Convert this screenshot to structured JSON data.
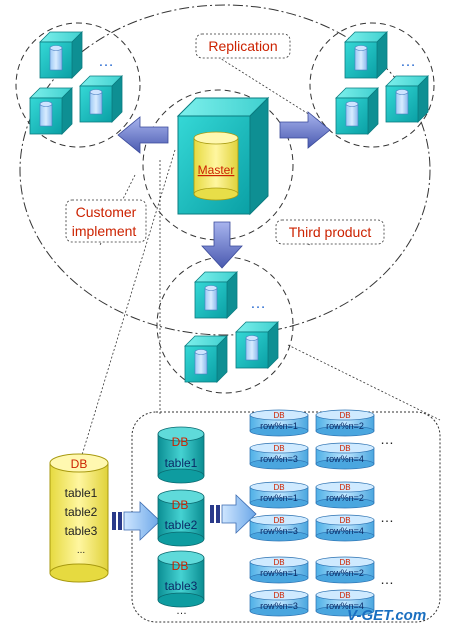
{
  "labels": {
    "replication": "Replication",
    "customer_implement_line1": "Customer",
    "customer_implement_line2": "implement",
    "third_product": "Third product",
    "master": "Master",
    "ellipsis": "…",
    "vget_logo": "V-GET.com"
  },
  "source_db": {
    "title": "DB",
    "tables": [
      "table1",
      "table2",
      "table3",
      "..."
    ]
  },
  "split_dbs": [
    {
      "title": "DB",
      "table": "table1"
    },
    {
      "title": "DB",
      "table": "table2"
    },
    {
      "title": "DB",
      "table": "table3"
    }
  ],
  "shards": {
    "title": "DB",
    "labels": [
      "row%n=1",
      "row%n=2",
      "row%n=3",
      "row%n=4"
    ]
  },
  "colors": {
    "cube": "#1cc5c5",
    "cylinder_yellow": "#f6f070",
    "cylinder_teal": "#23b5b8",
    "arrow": "#7a8acc",
    "label_red": "#cc2200"
  }
}
